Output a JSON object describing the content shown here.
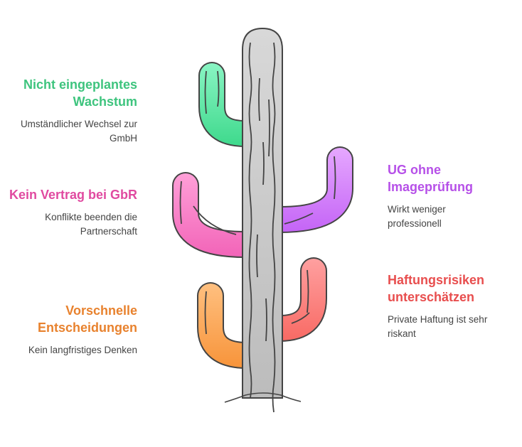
{
  "items": [
    {
      "title": "Nicht eingeplantes Wachstum",
      "desc": "Umständlicher Wechsel zur GmbH",
      "color": "#3ec47e"
    },
    {
      "title": "Kein Vertrag bei GbR",
      "desc": "Konflikte beenden die Partnerschaft",
      "color": "#e04aa0"
    },
    {
      "title": "Vorschnelle Entscheidungen",
      "desc": "Kein langfristiges Denken",
      "color": "#e8822e"
    },
    {
      "title": "UG ohne Imageprüfung",
      "desc": "Wirkt weniger professionell",
      "color": "#b650e8"
    },
    {
      "title": "Haftungsrisiken unterschätzen",
      "desc": "Private Haftung ist sehr riskant",
      "color": "#e84e4e"
    }
  ]
}
